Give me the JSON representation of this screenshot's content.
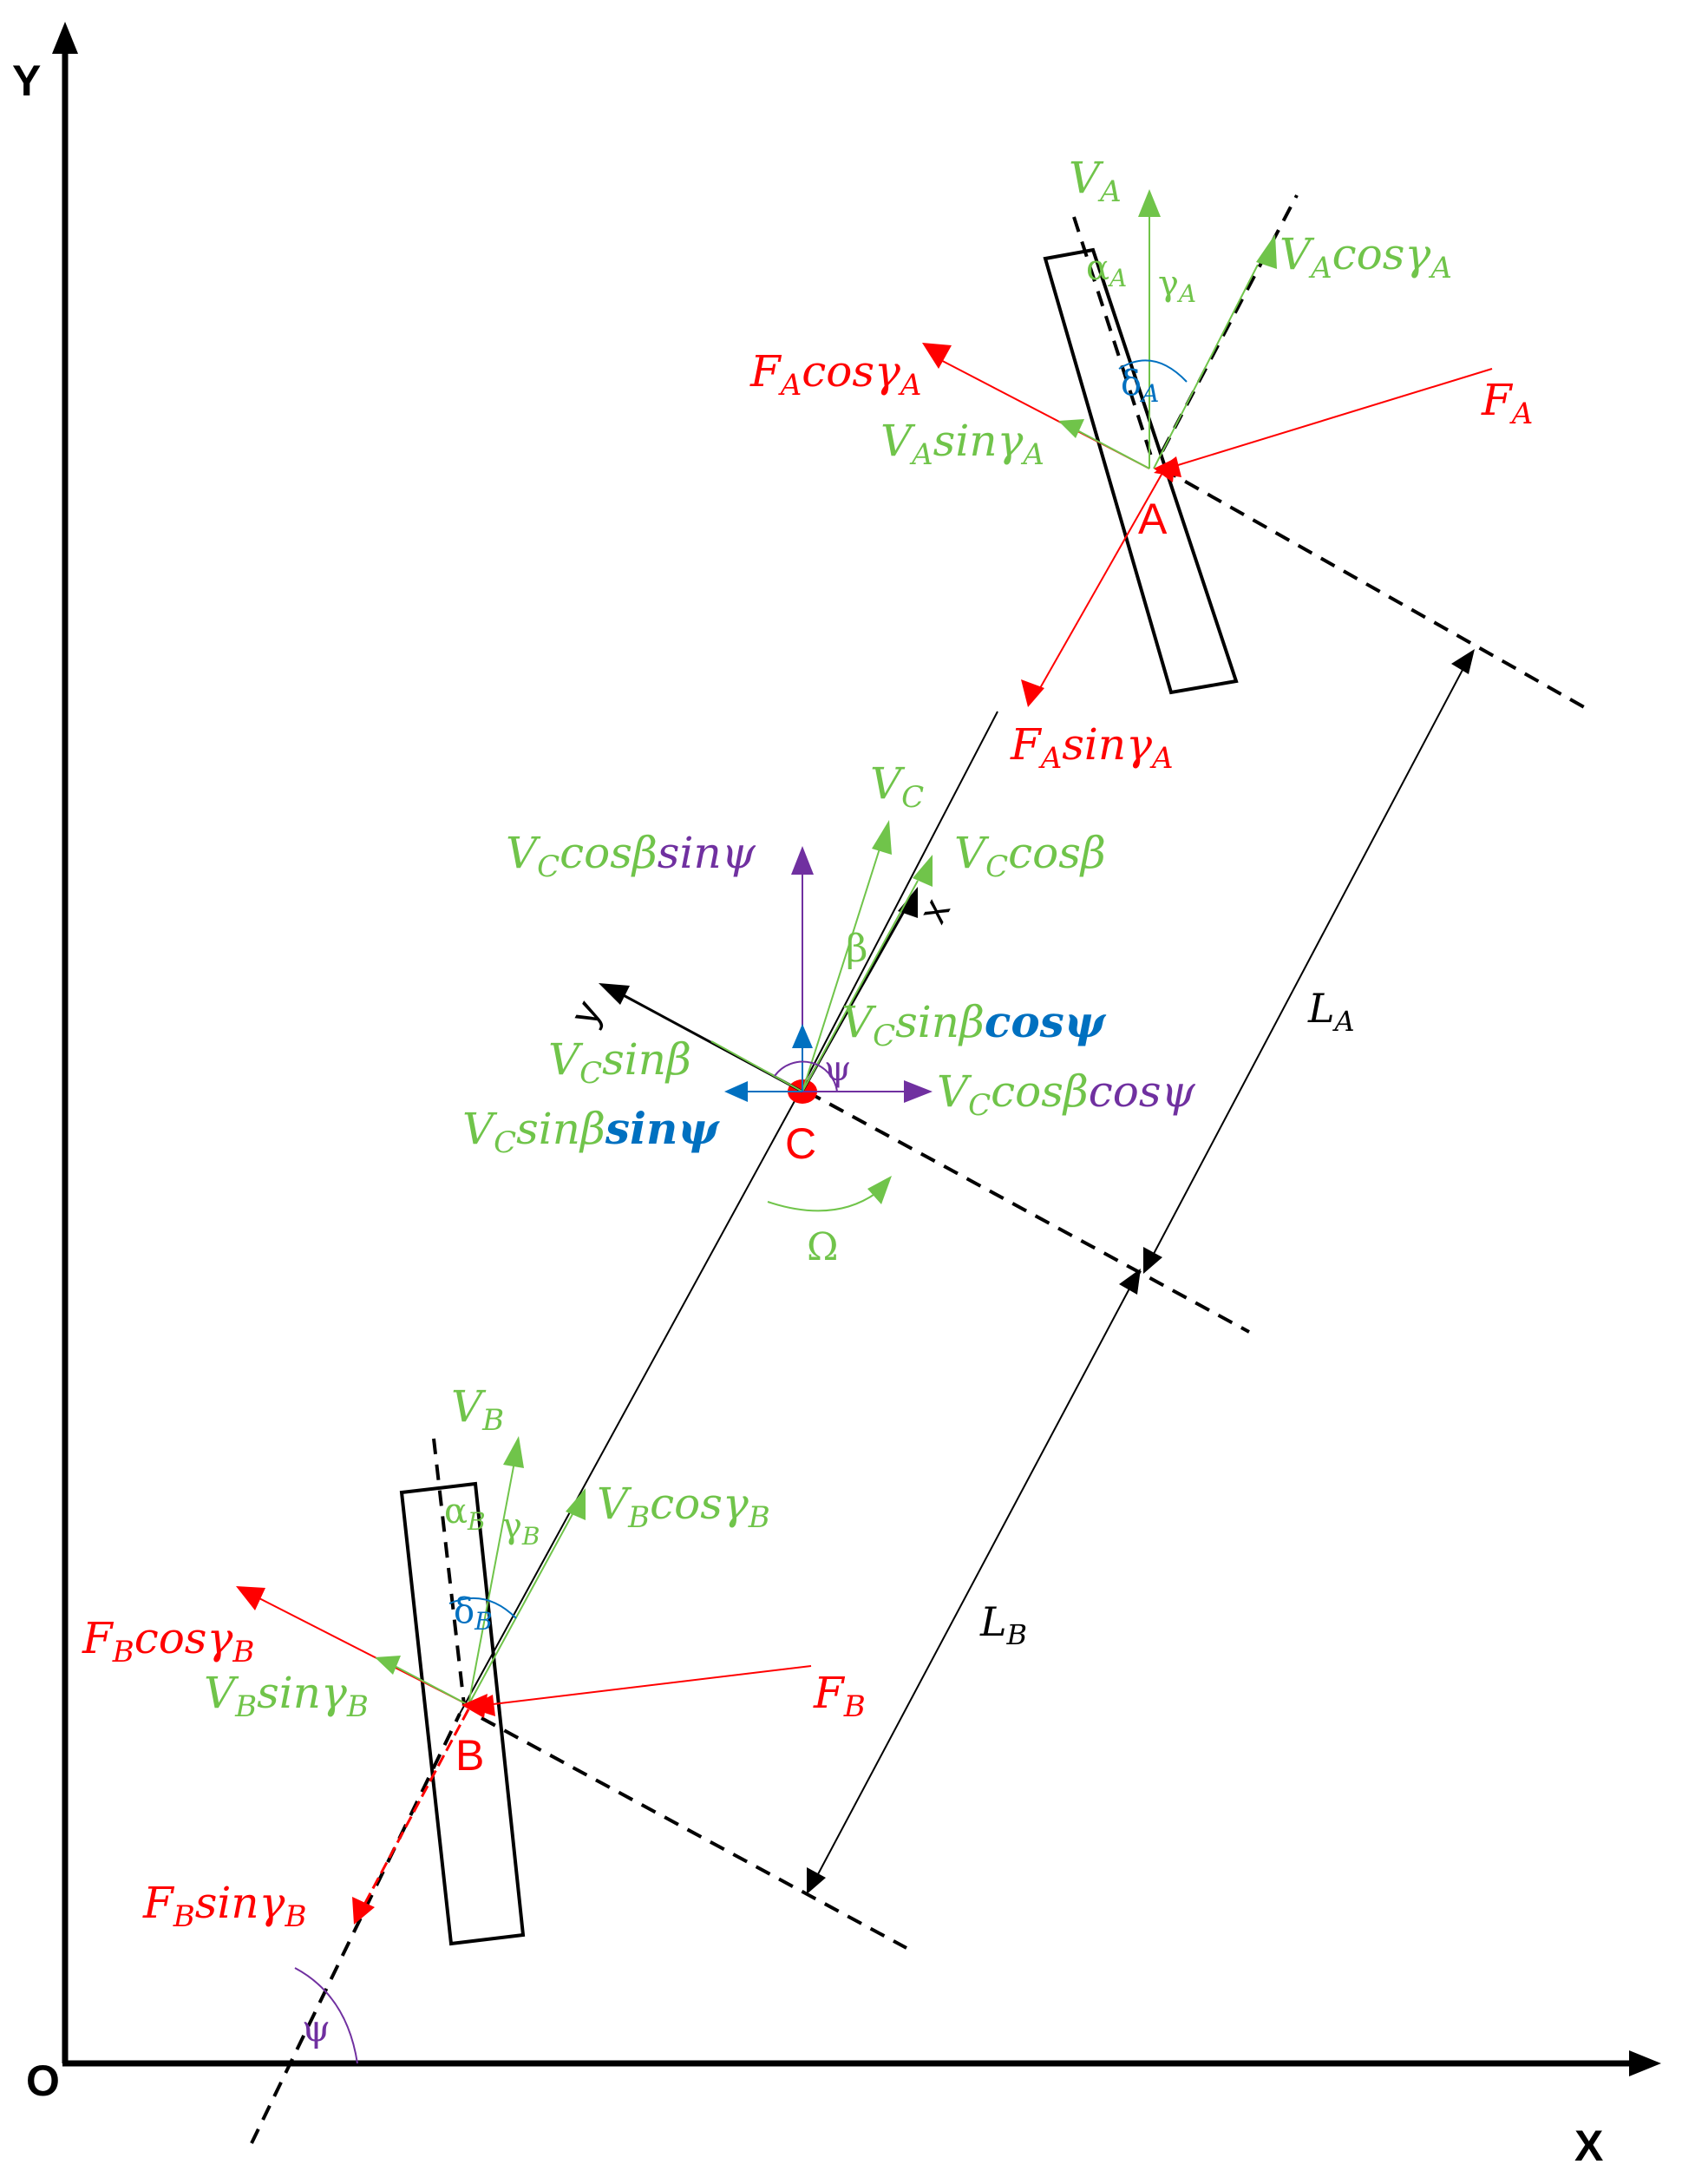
{
  "axes": {
    "y_label": "Y",
    "x_label": "X",
    "origin_label": "O"
  },
  "points": {
    "a": "A",
    "b": "B",
    "c": "C"
  },
  "body_axes": {
    "x": "x",
    "y": "y"
  },
  "labels": {
    "va": {
      "main": "V",
      "sub": "A"
    },
    "va_cos": {
      "main": "V",
      "sub": "A",
      "mid": "cosγ",
      "sub2": "A"
    },
    "alpha_a": {
      "main": "α",
      "sub": "A"
    },
    "gamma_a": {
      "main": "γ",
      "sub": "A"
    },
    "delta_a": {
      "main": "δ",
      "sub": "A"
    },
    "fa_cos": {
      "main": "F",
      "sub": "A",
      "mid": "cosγ",
      "sub2": "A"
    },
    "fa": {
      "main": "F",
      "sub": "A"
    },
    "va_sin": {
      "main": "V",
      "sub": "A",
      "mid": "sinγ",
      "sub2": "A"
    },
    "fa_sin": {
      "main": "F",
      "sub": "A",
      "mid": "sinγ",
      "sub2": "A"
    },
    "vc": {
      "main": "V",
      "sub": "C"
    },
    "vc_cos_beta": {
      "main": "V",
      "sub": "C",
      "mid": "cosβ"
    },
    "vc_cos_beta_sin_psi": {
      "main": "V",
      "sub": "C",
      "mid": "cosβ",
      "tail": "sinψ"
    },
    "beta": "β",
    "vc_sin_beta_cos_psi": {
      "main": "V",
      "sub": "C",
      "mid": "sinβ",
      "tail": "cosψ"
    },
    "vc_sin_beta": {
      "main": "V",
      "sub": "C",
      "mid": "sinβ"
    },
    "psi_c": "ψ",
    "vc_cos_beta_cos_psi": {
      "main": "V",
      "sub": "C",
      "mid": "cosβ",
      "tail": "cosψ"
    },
    "vc_sin_beta_sin_psi": {
      "main": "V",
      "sub": "C",
      "mid": "sinβ",
      "tail": "sinψ"
    },
    "omega": "Ω",
    "la": {
      "main": "L",
      "sub": "A"
    },
    "lb": {
      "main": "L",
      "sub": "B"
    },
    "vb": {
      "main": "V",
      "sub": "B"
    },
    "vb_cos": {
      "main": "V",
      "sub": "B",
      "mid": "cosγ",
      "sub2": "B"
    },
    "alpha_b": {
      "main": "α",
      "sub": "B"
    },
    "gamma_b": {
      "main": "γ",
      "sub": "B"
    },
    "delta_b": {
      "main": "δ",
      "sub": "B"
    },
    "fb_cos": {
      "main": "F",
      "sub": "B",
      "mid": "cosγ",
      "sub2": "B"
    },
    "fb": {
      "main": "F",
      "sub": "B"
    },
    "vb_sin": {
      "main": "V",
      "sub": "B",
      "mid": "sinγ",
      "sub2": "B"
    },
    "fb_sin": {
      "main": "F",
      "sub": "B",
      "mid": "sinγ",
      "sub2": "B"
    },
    "psi_ground": "ψ"
  },
  "colors": {
    "force": "#ff0000",
    "velocity": "#70c44a",
    "purple_component": "#7030a0",
    "blue_component": "#0070c0",
    "structure": "#000000"
  }
}
